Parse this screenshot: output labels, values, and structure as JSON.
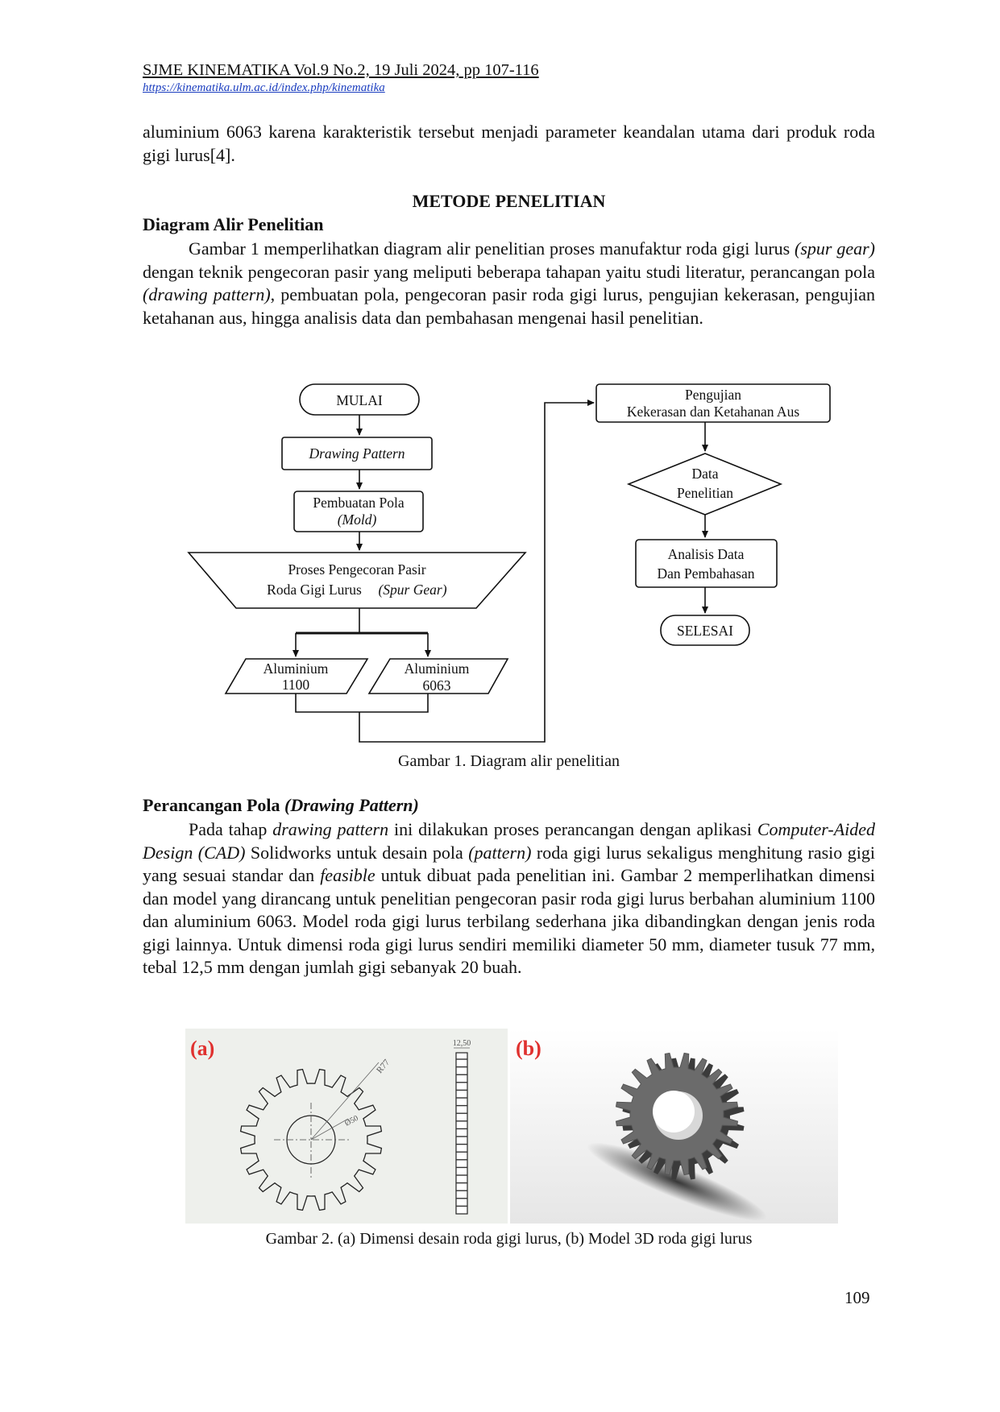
{
  "header": {
    "journal": "SJME KINEMATIKA Vol.9 No.2, 19 Juli 2024, pp 107-116",
    "url": "https://kinematika.ulm.ac.id/index.php/kinematika"
  },
  "intro_paragraph": "aluminium 6063 karena karakteristik tersebut menjadi parameter keandalan utama dari produk roda gigi lurus[4].",
  "section_title": "METODE PENELITIAN",
  "subsection1": {
    "title": "Diagram Alir Penelitian",
    "p_a": "Gambar 1 memperlihatkan diagram alir penelitian proses manufaktur roda gigi lurus ",
    "p_b": "(spur gear)",
    "p_c": " dengan teknik pengecoran pasir yang meliputi beberapa tahapan yaitu studi literatur, perancangan pola ",
    "p_d": "(drawing pattern)",
    "p_e": ", pembuatan pola, pengecoran pasir roda gigi lurus, pengujian kekerasan, pengujian ketahanan aus, hingga analisis data dan pembahasan mengenai hasil penelitian."
  },
  "flowchart": {
    "start": "MULAI",
    "drawing": "Drawing Pattern",
    "pola_1": "Pembuatan  Pola",
    "pola_2": "(Mold)",
    "proses_1": "Proses Pengecoran Pasir",
    "proses_2": "Roda Gigi  Lurus",
    "proses_3": "(Spur Gear)",
    "al1100_1": "Aluminium",
    "al1100_2": "1100",
    "al6063_1": "Aluminium",
    "al6063_2": "6063",
    "uji_1": "Pengujian",
    "uji_2": "Kekerasan dan Ketahanan Aus",
    "data_1": "Data",
    "data_2": "Penelitian",
    "analisis_1": "Analisis  Data",
    "analisis_2": "Dan Pembahasan",
    "end": "SELESAI"
  },
  "figure1_caption": "Gambar 1. Diagram alir penelitian",
  "subsection2": {
    "title_a": "Perancangan Pola ",
    "title_b": "(Drawing Pattern)",
    "s1": "Pada tahap ",
    "s2": "drawing pattern",
    "s3": " ini dilakukan proses perancangan dengan aplikasi ",
    "s4": "Computer-Aided Design (CAD)",
    "s5": " Solidworks untuk desain pola ",
    "s6": "(pattern)",
    "s7": " roda gigi lurus sekaligus menghitung rasio gigi yang sesuai standar dan ",
    "s8": "feasible",
    "s9": " untuk dibuat pada penelitian ini. Gambar 2 memperlihatkan dimensi dan model yang dirancang untuk penelitian pengecoran pasir roda gigi lurus berbahan aluminium 1100 dan aluminium 6063. Model roda gigi lurus terbilang sederhana jika dibandingkan dengan jenis roda gigi lainnya. Untuk dimensi roda gigi lurus sendiri memiliki diameter 50 mm, diameter tusuk 77 mm, tebal 12,5 mm dengan jumlah gigi sebanyak 20 buah."
  },
  "figure2": {
    "label_a": "(a)",
    "label_b": "(b)",
    "dim_r77": "R77",
    "dim_d50": "Ø50",
    "dim_thick": "12,50",
    "label_color": "#e0312f"
  },
  "figure2_caption": "Gambar 2. (a) Dimensi desain roda gigi lurus, (b) Model 3D roda gigi lurus",
  "page_number": "109"
}
